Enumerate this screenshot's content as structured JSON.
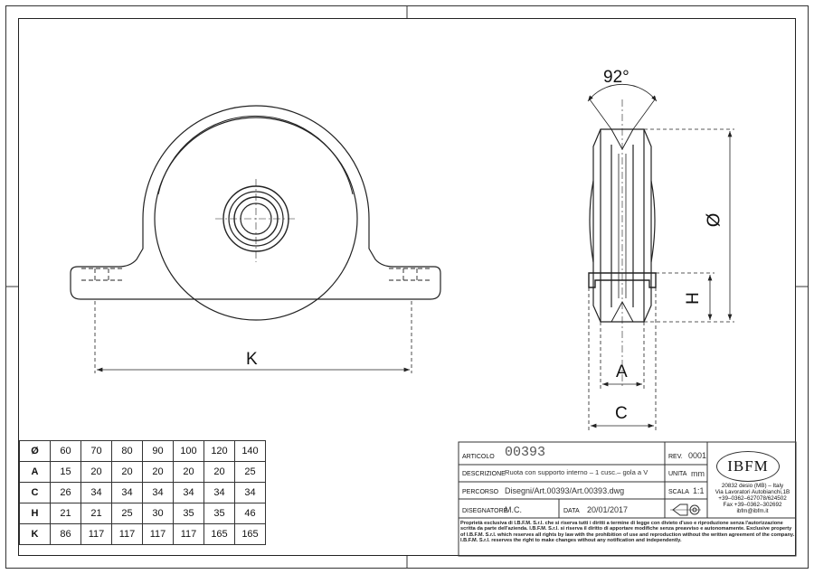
{
  "drawing": {
    "angle_label": "92°",
    "dim_K": "K",
    "dim_A": "A",
    "dim_C": "C",
    "dim_H": "H",
    "dim_diameter": "Ø"
  },
  "table": {
    "rows": [
      {
        "label": "Ø",
        "values": [
          "60",
          "70",
          "80",
          "90",
          "100",
          "120",
          "140"
        ]
      },
      {
        "label": "A",
        "values": [
          "15",
          "20",
          "20",
          "20",
          "20",
          "20",
          "25"
        ]
      },
      {
        "label": "C",
        "values": [
          "26",
          "34",
          "34",
          "34",
          "34",
          "34",
          "34"
        ]
      },
      {
        "label": "H",
        "values": [
          "21",
          "21",
          "25",
          "30",
          "35",
          "35",
          "46"
        ]
      },
      {
        "label": "K",
        "values": [
          "86",
          "117",
          "117",
          "117",
          "117",
          "165",
          "165"
        ]
      }
    ]
  },
  "title_block": {
    "articolo_label": "ARTICOLO",
    "articolo_value": "00393",
    "rev_label": "REV.",
    "rev_value": "0001",
    "descrizione_label": "DESCRIZIONE",
    "descrizione_value": "Ruota con supporto interno – 1 cusc.– gola a V",
    "unita_label": "UNITA",
    "unita_value": "mm",
    "percorso_label": "PERCORSO",
    "percorso_value": "Disegni/Art.00393/Art.00393.dwg",
    "scala_label": "SCALA",
    "scala_value": "1:1",
    "disegnatore_label": "DISEGNATORE",
    "disegnatore_value": "M.C.",
    "data_label": "DATA",
    "data_value": "20/01/2017",
    "logo_text": "IBFM",
    "address_lines": [
      "20832 desio (MB) – Italy",
      "Via Lavoratori Autobianchi,1B",
      "+39–0362–627078/624502",
      "Fax +39–0362–302692",
      "ibfm@ibfm.it"
    ],
    "disclaimer": "Proprietà esclusiva di I.B.F.M. S.r.l. che si riserva tutti i diritti a termine di legge con divieto d'uso e riproduzione senza l'autorizzazione scritta da parte dell'azienda. I.B.F.M. S.r.l. si riserva il diritto di apportare modifiche senza preavviso e autonomamente. Exclusive property of I.B.F.M. S.r.l. which reserves all rights by law with the prohibition of use and reproduction without the written agreement of the company. I.B.F.M. S.r.l. reserves the right to make changes without any notification and independently."
  }
}
